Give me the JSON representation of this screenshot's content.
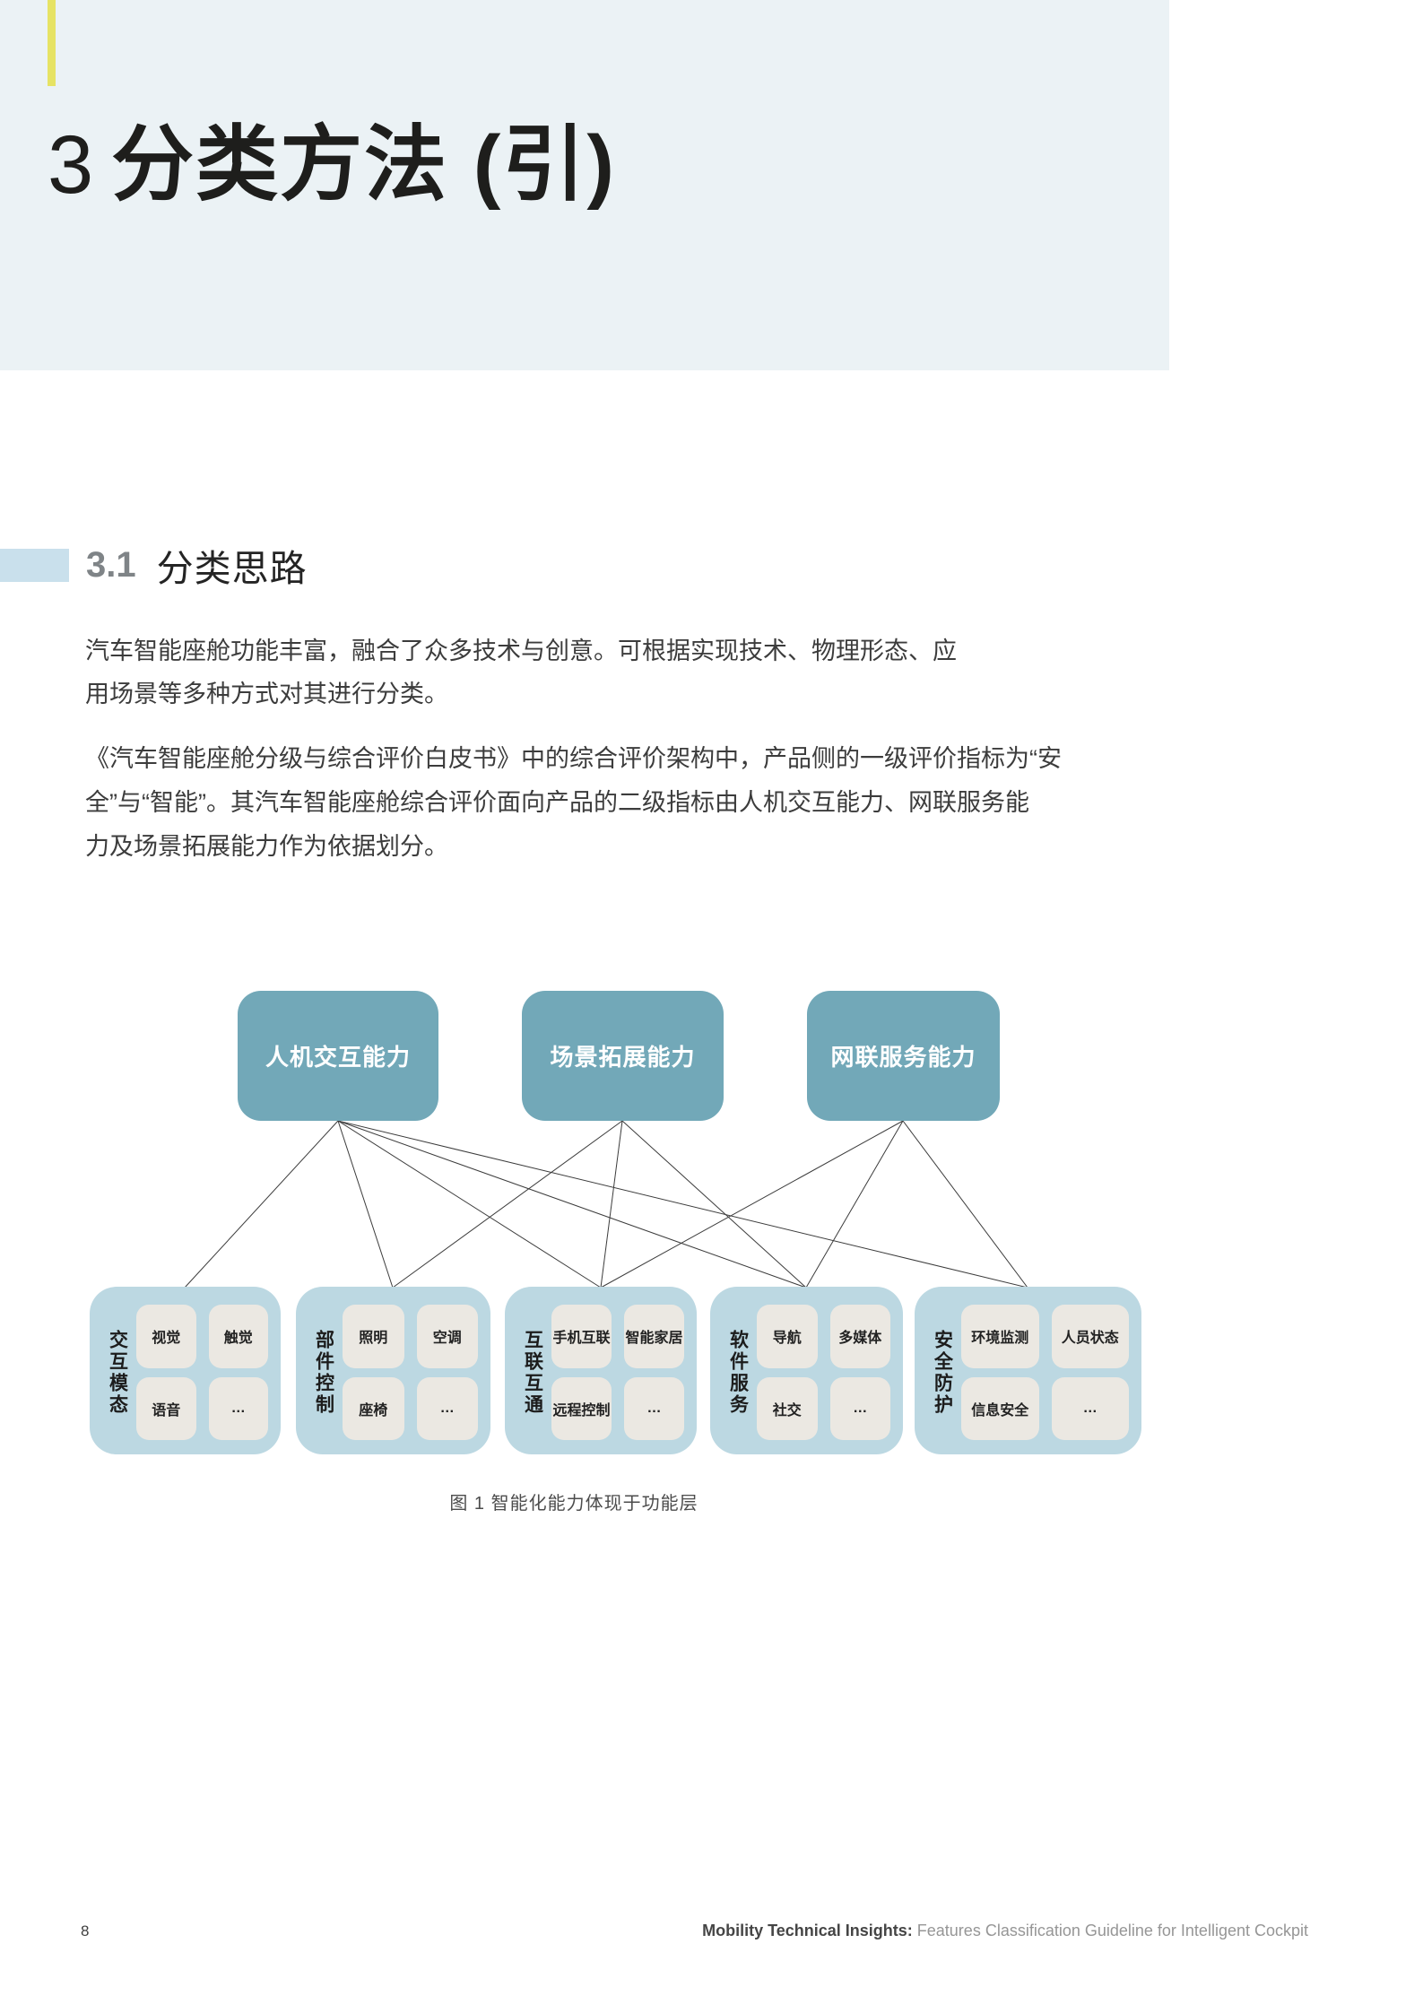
{
  "header": {
    "chapter_number": "3",
    "chapter_title": "分类方法 (引)"
  },
  "section": {
    "number": "3.1",
    "title": "分类思路"
  },
  "paragraphs": [
    {
      "lines": [
        "汽车智能座舱功能丰富，融合了众多技术与创意。可根据实现技术、物理形态、应",
        "用场景等多种方式对其进行分类。"
      ]
    },
    {
      "lines": [
        "《汽车智能座舱分级与综合评价白皮书》中的综合评价架构中，产品侧的一级评价指标为“安",
        "全”与“智能”。其汽车智能座舱综合评价面向产品的二级指标由人机交互能力、网联服务能",
        "力及场景拓展能力作为依据划分。"
      ]
    }
  ],
  "diagram": {
    "top_boxes": [
      {
        "label": "人机交互能力"
      },
      {
        "label": "场景拓展能力"
      },
      {
        "label": "网联服务能力"
      }
    ],
    "groups": [
      {
        "label": "交互模态",
        "items": [
          "视觉",
          "触觉",
          "语音",
          "…"
        ]
      },
      {
        "label": "部件控制",
        "items": [
          "照明",
          "空调",
          "座椅",
          "…"
        ]
      },
      {
        "label": "互联互通",
        "items": [
          "手机互联",
          "智能家居",
          "远程控制",
          "…"
        ]
      },
      {
        "label": "软件服务",
        "items": [
          "导航",
          "多媒体",
          "社交",
          "…"
        ]
      },
      {
        "label": "安全防护",
        "items": [
          "环境监测",
          "人员状态",
          "信息安全",
          "…"
        ]
      }
    ],
    "edges": [
      [
        0,
        0
      ],
      [
        0,
        1
      ],
      [
        0,
        2
      ],
      [
        0,
        3
      ],
      [
        0,
        4
      ],
      [
        1,
        1
      ],
      [
        1,
        2
      ],
      [
        1,
        3
      ],
      [
        2,
        2
      ],
      [
        2,
        3
      ],
      [
        2,
        4
      ]
    ],
    "caption": "图 1 智能化能力体现于功能层"
  },
  "footer": {
    "page_number": "8",
    "brand": "Mobility Technical Insights:",
    "doc_title": " Features Classification Guideline for Intelligent Cockpit"
  },
  "colors": {
    "header_bg": "#EBF2F5",
    "accent_yellow": "#E6E364",
    "capability_teal": "#72A8B8",
    "group_blue": "#BCD8E2",
    "item_gray": "#EBE8E2",
    "heading_marker_blue": "#C9E0EC",
    "section_number_gray": "#7F8487"
  }
}
